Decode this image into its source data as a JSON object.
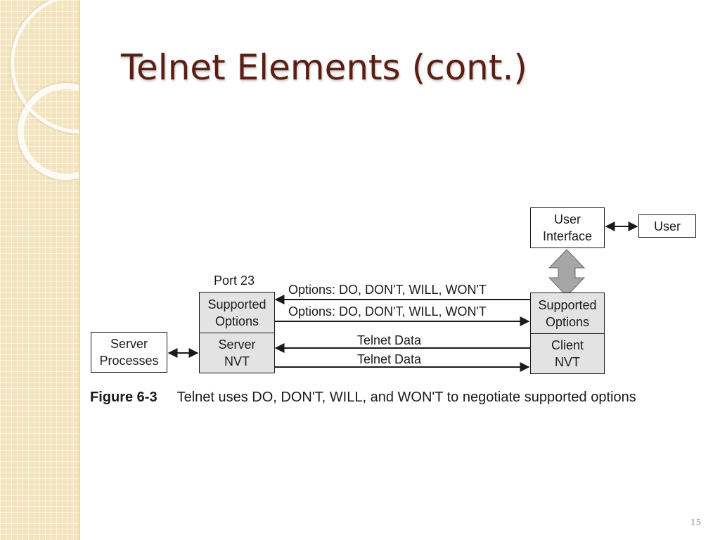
{
  "slide": {
    "title": "Telnet Elements (cont.)",
    "page_number": "15"
  },
  "diagram": {
    "port_label": "Port 23",
    "server_processes": [
      "Server",
      "Processes"
    ],
    "server_supported_options": [
      "Supported",
      "Options"
    ],
    "server_nvt": [
      "Server",
      "NVT"
    ],
    "client_supported_options": [
      "Supported",
      "Options"
    ],
    "client_nvt": [
      "Client",
      "NVT"
    ],
    "user_interface": [
      "User",
      "Interface"
    ],
    "user": "User",
    "arrow_labels": {
      "options_to_server": "Options: DO, DON'T, WILL, WON'T",
      "options_to_client": "Options: DO, DON'T, WILL, WON'T",
      "data_to_server": "Telnet Data",
      "data_to_client": "Telnet Data"
    }
  },
  "caption": {
    "figure_number": "Figure 6-3",
    "text": "Telnet uses DO, DON'T, WILL, and WON'T to negotiate supported options"
  },
  "colors": {
    "title": "#5a1e12",
    "box_fill": "#e3e3e3",
    "big_arrow_fill": "#a6a6a6"
  }
}
